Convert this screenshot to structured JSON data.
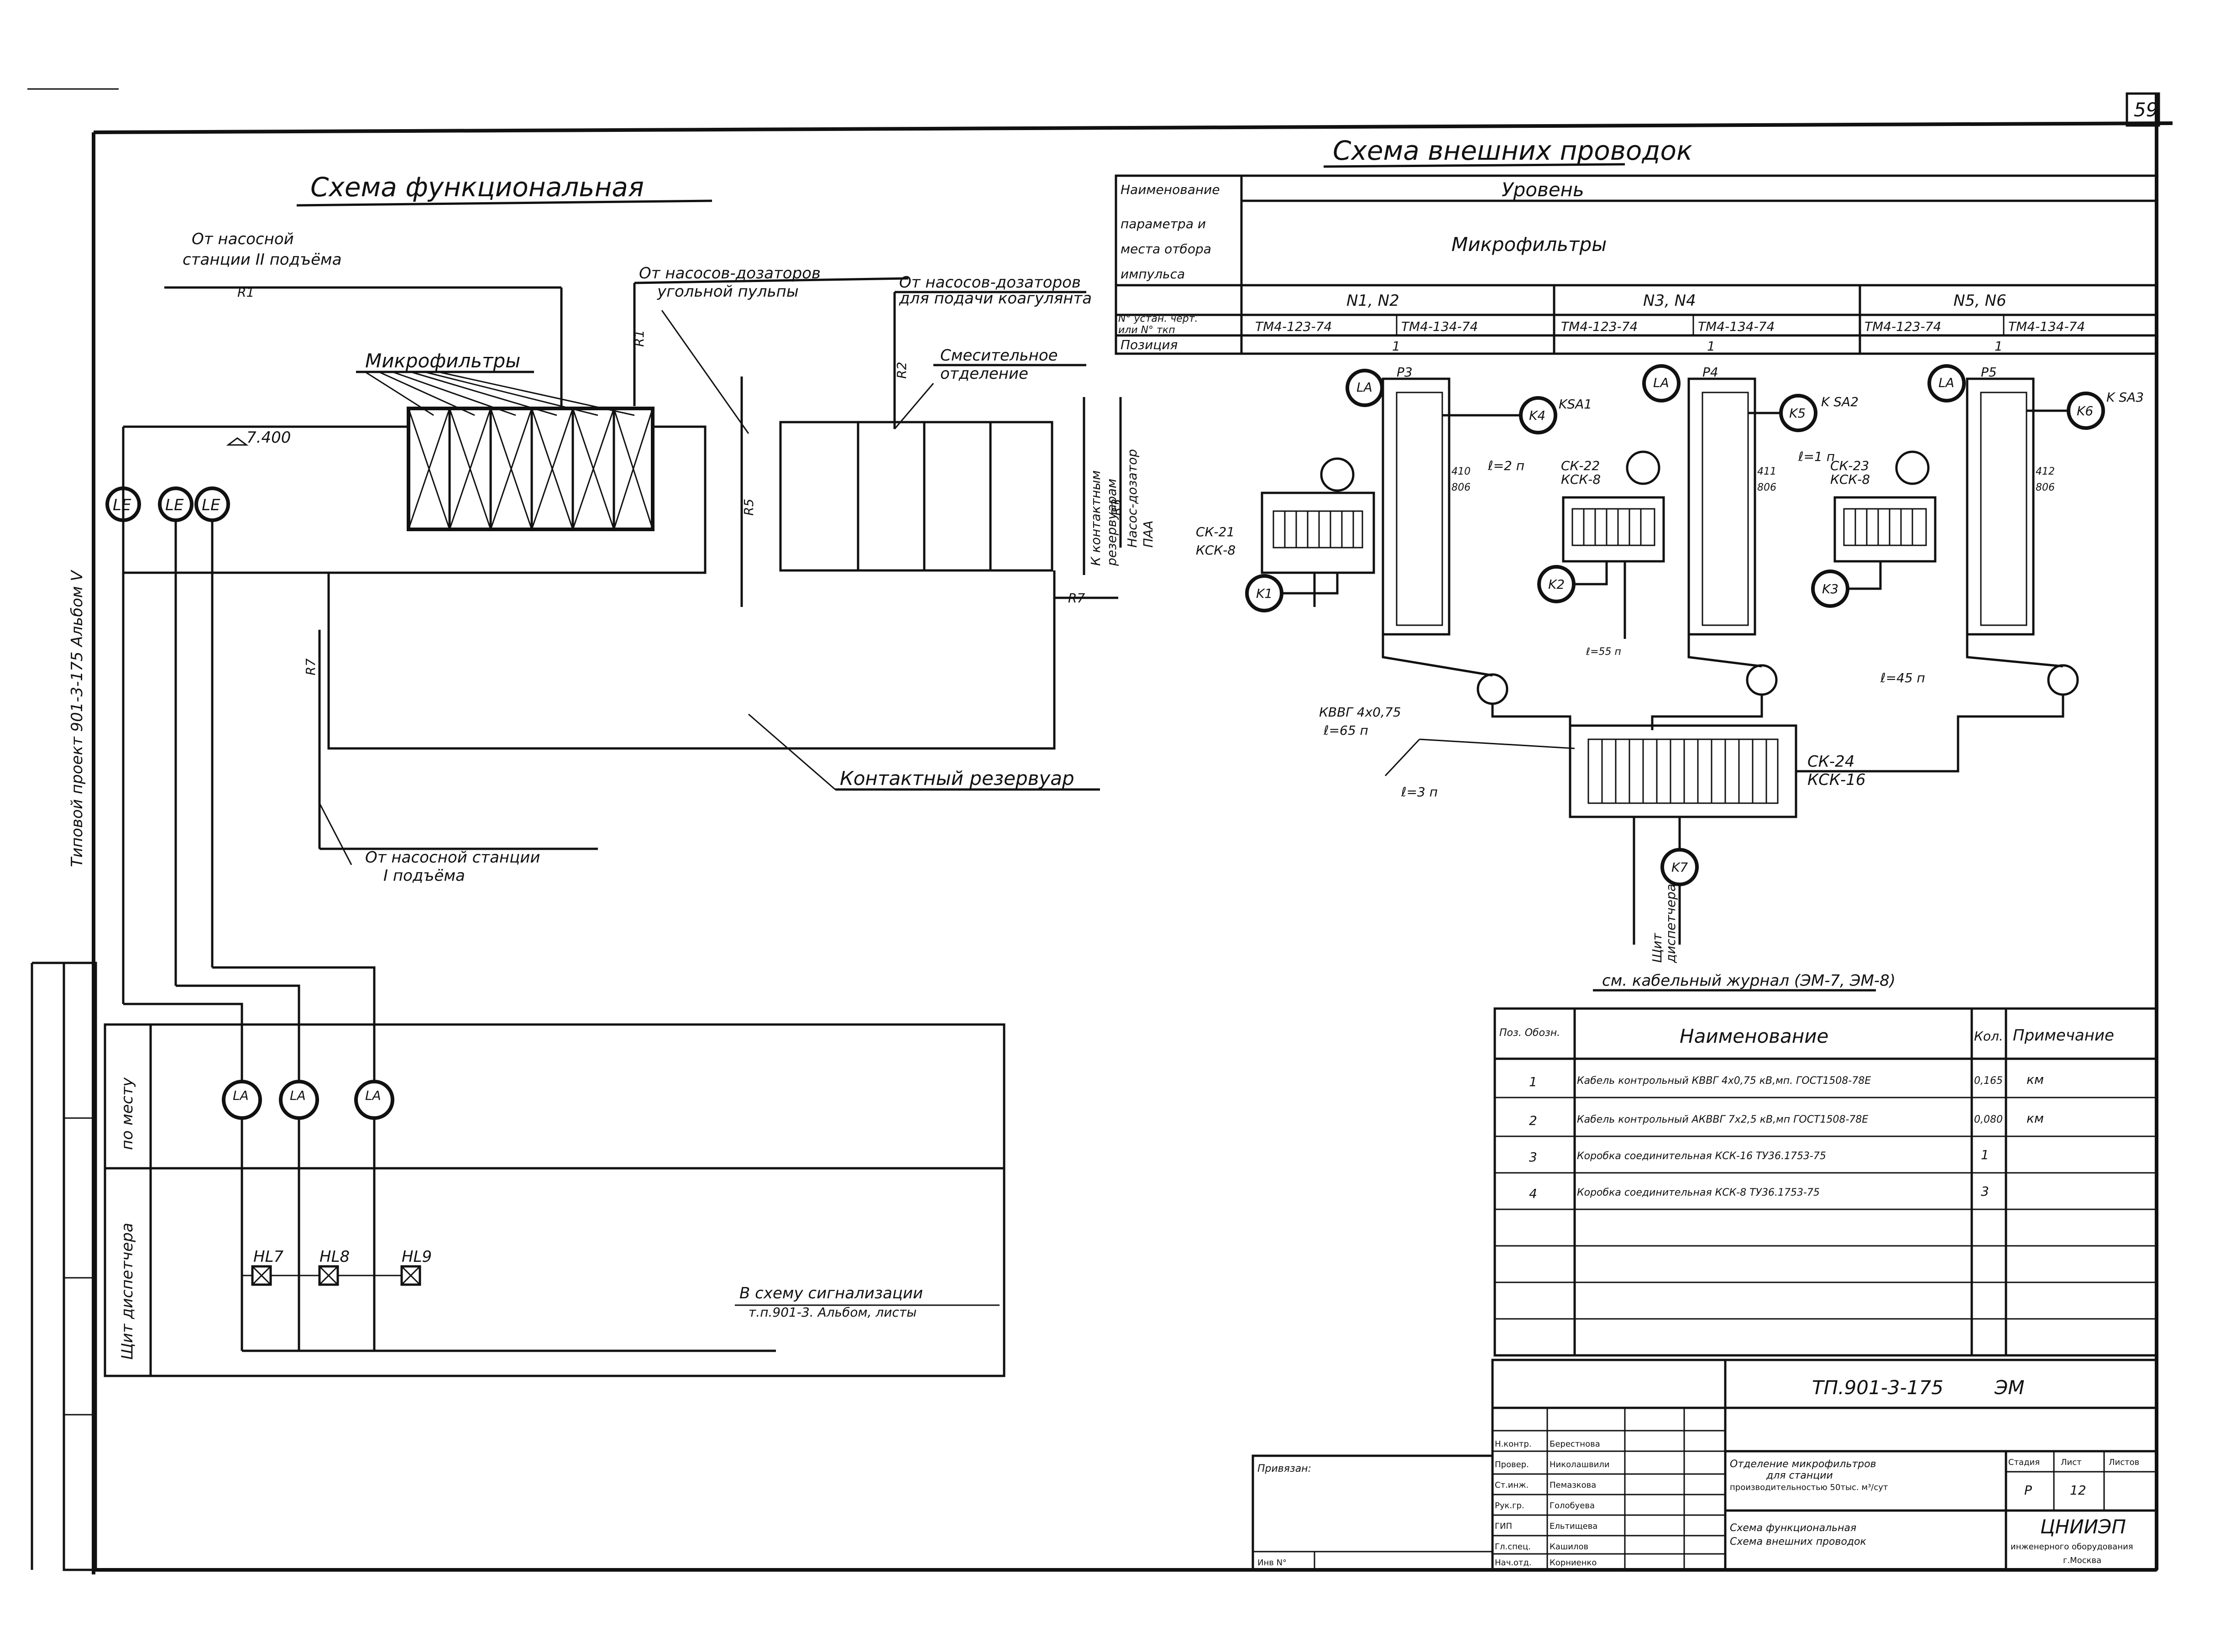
{
  "sheet": {
    "number": "59",
    "album_side": "Типовой проект 901-3-175  Альбом V"
  },
  "functional": {
    "title": "Схема функциональная",
    "from_pump2": [
      "От насосной",
      "станции II подъёма"
    ],
    "from_dosing_coal": [
      "От насосов-дозаторов",
      "угольной пульпы"
    ],
    "from_dosing_coag": [
      "От насосов-дозаторов",
      "для подачи коагулянта"
    ],
    "microfilters": "Микрофильтры",
    "mixing": [
      "Смесительное",
      "отделение"
    ],
    "level": "7.400",
    "contact_tank": "Контактный резервуар",
    "from_pump1": [
      "От насосной станции",
      "I подъёма"
    ],
    "to_pump": [
      "К контактным",
      "резервуарам"
    ],
    "dosing_pump": [
      "Насос-дозатор",
      "ПАА"
    ],
    "sensors": [
      "LE",
      "LE",
      "LE"
    ],
    "line_tags": [
      "R1",
      "R1",
      "R2",
      "R3",
      "R5",
      "R7",
      "R7"
    ],
    "rows": [
      "по месту",
      "Щит диспетчера"
    ],
    "indicators": [
      "LA",
      "LA",
      "LA"
    ],
    "lamps": [
      "HL7",
      "HL8",
      "HL9"
    ],
    "to_signal": [
      "В схему сигнализации",
      "т.п.901-3. Альбом, листы"
    ]
  },
  "external": {
    "title": "Схема внешних проводок",
    "header_col": [
      "Наименование",
      "параметра и",
      "места отбора",
      "импульса"
    ],
    "level": "Уровень",
    "microfilters": "Микрофильтры",
    "groups": [
      "N1, N2",
      "N3, N4",
      "N5, N6"
    ],
    "install_label": [
      "N° устан. черт.",
      "или N° ткп"
    ],
    "drawings": [
      "ТМ4-123-74",
      "ТМ4-134-74",
      "ТМ4-123-74",
      "ТМ4-134-74",
      "ТМ4-123-74",
      "ТМ4-134-74"
    ],
    "position_label": "Позиция",
    "positions": [
      "1",
      "1",
      "1"
    ],
    "panels": [
      "P3",
      "P4",
      "P5"
    ],
    "relays": [
      "K4",
      "K5",
      "K6"
    ],
    "relay_labels": [
      "KSA1",
      "K SA2",
      "K SA3"
    ],
    "junction_boxes": [
      "СК-21",
      "СК-22",
      "СК-23",
      "СК-24"
    ],
    "box_types": [
      "КСК-8",
      "КСК-8",
      "КСК-8",
      "КСК-16"
    ],
    "k_nodes": [
      "K1",
      "K2",
      "K3",
      "K7"
    ],
    "cables": [
      "КВВГ 4х0,75",
      "ℓ=65 п",
      "ℓ=55 п",
      "ℓ=45 п",
      "ℓ=3 п",
      "ℓ=2 п",
      "ℓ=1 п"
    ],
    "shield": [
      "Щит",
      "диспетчера"
    ],
    "journal": "см. кабельный журнал (ЭМ-7, ЭМ-8)"
  },
  "spec": {
    "headers": [
      "Поз. Обозн.",
      "Наименование",
      "Кол.",
      "Примечание"
    ],
    "rows": [
      [
        "1",
        "Кабель контрольный КВВГ 4х0,75 кВ,мп. ГОСТ1508-78Е",
        "0,165",
        "км"
      ],
      [
        "2",
        "Кабель контрольный АКВВГ 7х2,5 кВ,мп ГОСТ1508-78Е",
        "0,080",
        "км"
      ],
      [
        "3",
        "Коробка соединительная КСК-16 ТУ36.1753-75",
        "1",
        ""
      ],
      [
        "4",
        "Коробка соединительная КСК-8 ТУ36.1753-75",
        "3",
        ""
      ]
    ]
  },
  "stamp": {
    "code": "ТП.901-3-175",
    "mark": "ЭМ",
    "attached": "Привязан:",
    "inv": "Инв N°",
    "roles": [
      "Н.контр.",
      "Провер.",
      "Ст.инж.",
      "Рук.гр.",
      "ГИП",
      "Гл.спец.",
      "Нач.отд."
    ],
    "people": [
      "Берестнова",
      "Николашвили",
      "Пемазкова",
      "Голобуева",
      "Ельтищева",
      "Кашилов",
      "Корниенко"
    ],
    "object": [
      "Отделение микрофильтров",
      "для станции",
      "производительностью 50тыс. м³/сут"
    ],
    "sheet_title": [
      "Схема функциональная",
      "Схема внешних проводок"
    ],
    "stage_hdr": [
      "Стадия",
      "Лист",
      "Листов"
    ],
    "stage": "Р",
    "sheet_no": "12",
    "org": [
      "ЦНИИЭП",
      "инженерного оборудования",
      "г.Москва"
    ]
  }
}
